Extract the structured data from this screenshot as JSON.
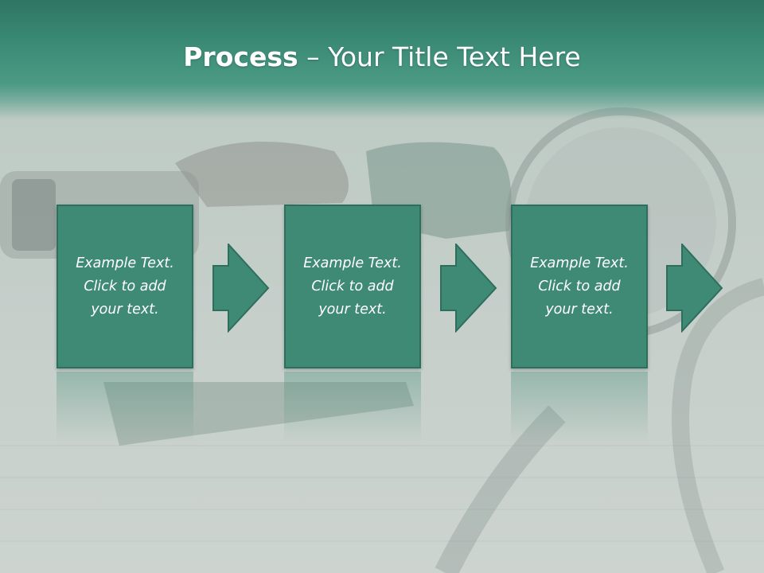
{
  "title": {
    "bold": "Process",
    "rest": " – Your Title Text Here"
  },
  "steps": [
    {
      "text": "Example Text.\nClick  to add\nyour text."
    },
    {
      "text": "Example Text.\nClick  to add\nyour text."
    },
    {
      "text": "Example Text.\nClick  to add\nyour text."
    }
  ],
  "background_image": "fuel-pump-nozzle-photo",
  "colors": {
    "accent": "#3f8a74",
    "header": "#2f7564",
    "arrow": "#3f8a74"
  }
}
